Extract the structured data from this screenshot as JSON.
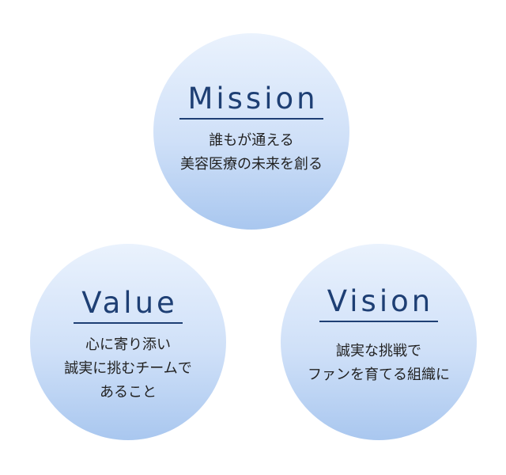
{
  "mission": {
    "title": "Mission",
    "lines": [
      "誰もが通える",
      "美容医療の未来を創る"
    ]
  },
  "value": {
    "title": "Value",
    "lines": [
      "心に寄り添い",
      "誠実に挑むチームで",
      "あること"
    ]
  },
  "vision": {
    "title": "Vision",
    "lines": [
      "誠実な挑戦で",
      "ファンを育てる組織に"
    ]
  },
  "colors": {
    "title_color": "#1e3f74",
    "circle_top": "#eaf2fd",
    "circle_bottom": "#a9c7ef"
  }
}
